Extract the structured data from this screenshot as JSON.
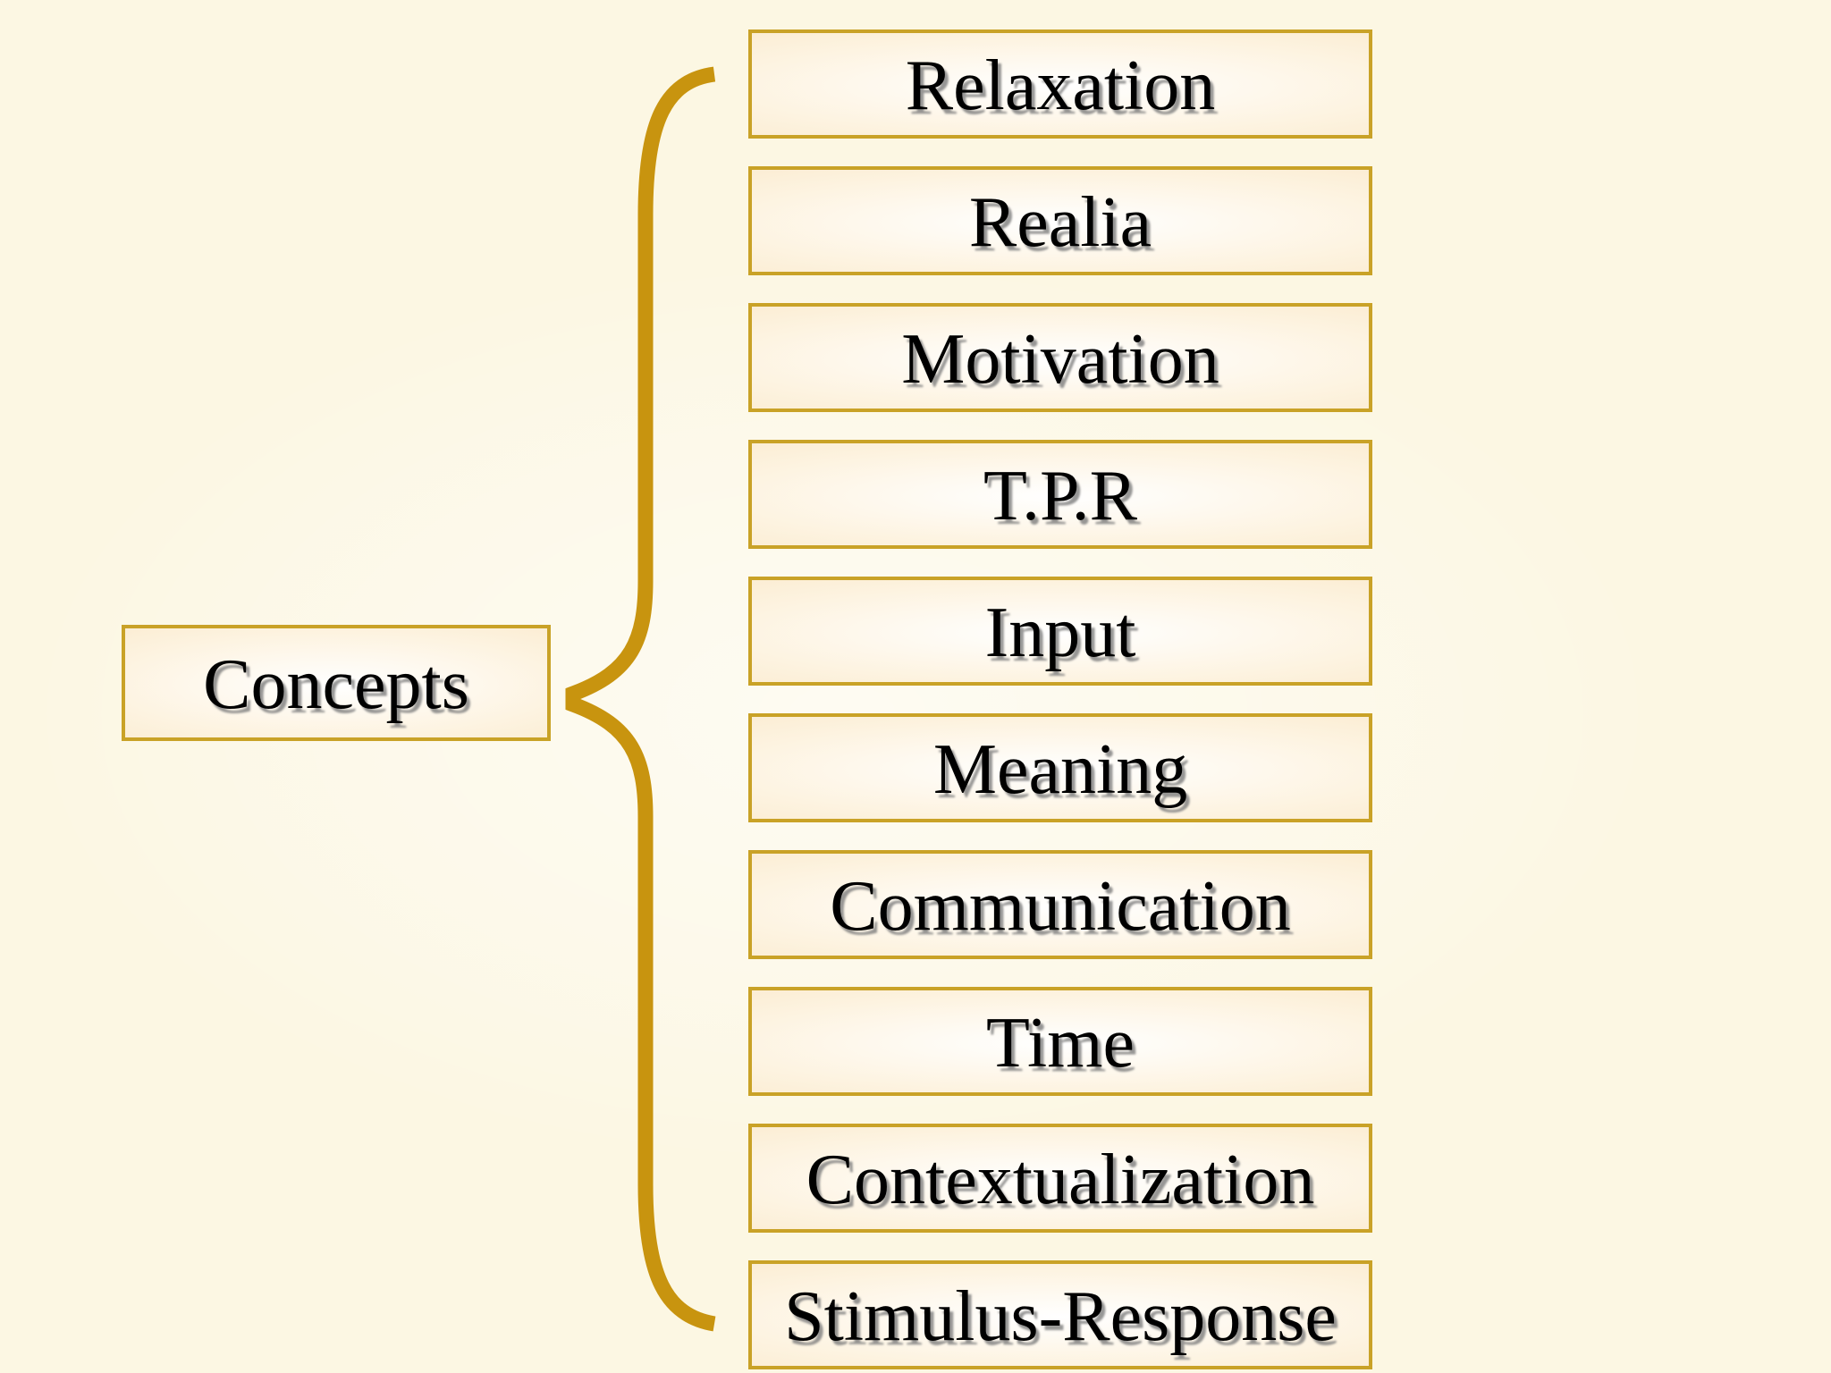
{
  "diagram": {
    "root": {
      "label": "Concepts"
    },
    "concepts": [
      "Relaxation",
      "Realia",
      "Motivation",
      "T.P.R",
      "Input",
      "Meaning",
      "Communication",
      "Time",
      "Contextualization",
      "Stimulus-Response"
    ],
    "connector": {
      "shape": "left-curly-brace"
    },
    "colors": {
      "background": "#FCF7E3",
      "box_border": "#C9A227",
      "box_fill_center": "#FFFFFF",
      "box_fill_mid": "#FDF3E0",
      "box_fill_edge": "#F8E4C1",
      "brace": "#C8940F",
      "text": "#000000",
      "text_shadow": "rgba(125,125,125,0.8)"
    }
  }
}
